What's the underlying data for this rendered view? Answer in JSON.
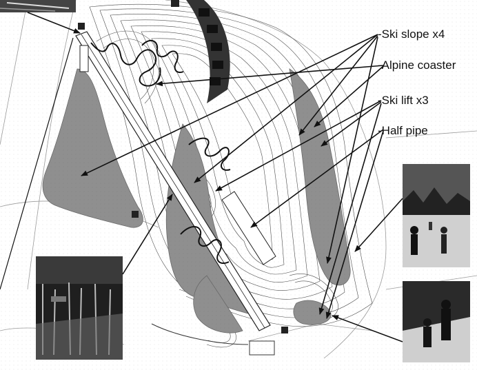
{
  "annotations": {
    "ski_slope": "-Ski slope x4",
    "alpine_coaster": "-Alpine coaster",
    "ski_lift": "-Ski lift x3",
    "half_pipe": "-Half pipe"
  },
  "icons": {
    "forest_photo": "winter-forest-photo",
    "snowboard_photo": "snowboarders-photo",
    "child_photo": "child-skier-photo",
    "corner_photo": "cable-photo"
  },
  "colors": {
    "slope_fill": "#8f8f8f",
    "contour_line": "#4a4a4a",
    "line": "#111111"
  }
}
